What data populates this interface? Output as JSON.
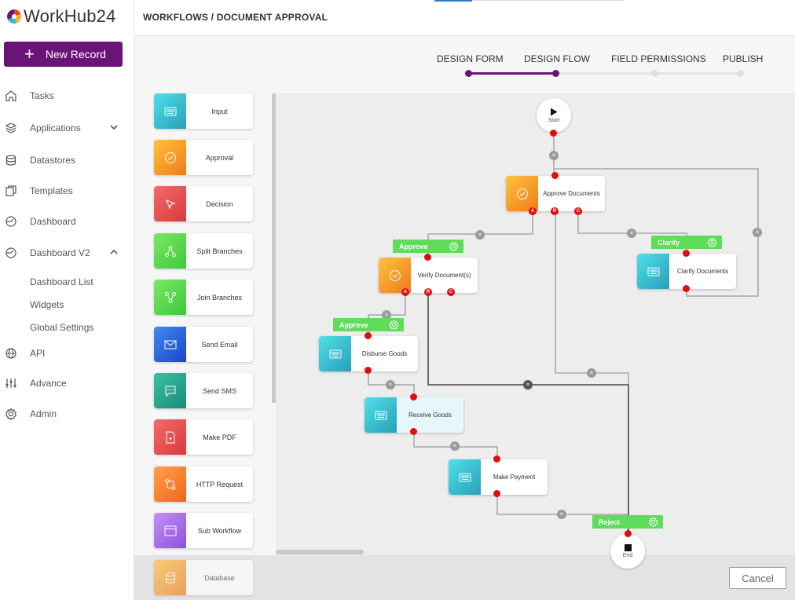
{
  "app": {
    "name": "WorkHub24",
    "new_record_label": "New Record"
  },
  "nav": {
    "tasks": "Tasks",
    "applications": "Applications",
    "datastores": "Datastores",
    "templates": "Templates",
    "dashboard": "Dashboard",
    "dashboard_v2": "Dashboard V2",
    "dashboard_list": "Dashboard List",
    "widgets": "Widgets",
    "global_settings": "Global Settings",
    "api": "API",
    "advance": "Advance",
    "admin": "Admin"
  },
  "header": {
    "title": "WORKFLOWS / DOCUMENT APPROVAL"
  },
  "steps": [
    {
      "label": "DESIGN FORM",
      "state": "done"
    },
    {
      "label": "DESIGN FLOW",
      "state": "active"
    },
    {
      "label": "FIELD PERMISSIONS",
      "state": "pending"
    },
    {
      "label": "PUBLISH",
      "state": "pending"
    }
  ],
  "palette": [
    {
      "label": "Input",
      "icon": "keyboard-icon"
    },
    {
      "label": "Approval",
      "icon": "check-circle-icon"
    },
    {
      "label": "Decision",
      "icon": "cursor-icon"
    },
    {
      "label": "Split Branches",
      "icon": "split-icon"
    },
    {
      "label": "Join Branches",
      "icon": "join-icon"
    },
    {
      "label": "Send Email",
      "icon": "mail-icon"
    },
    {
      "label": "Send SMS",
      "icon": "chat-icon"
    },
    {
      "label": "Make PDF",
      "icon": "pdf-icon"
    },
    {
      "label": "HTTP Request",
      "icon": "http-icon"
    },
    {
      "label": "Sub Workflow",
      "icon": "window-icon"
    },
    {
      "label": "Database",
      "icon": "database-icon"
    }
  ],
  "flow": {
    "start": "Start",
    "end": "End",
    "approve_documents": "Approve Documents",
    "verify_documents": "Verify Document(s)",
    "clarify_documents": "Clarify Documents",
    "disburse_goods": "Disburse Goods",
    "receive_goods": "Receive Goods",
    "make_payment": "Make Payment",
    "tag_approve_1": "Approve",
    "tag_approve_2": "Approve",
    "tag_clarify": "Clarify",
    "tag_reject": "Reject",
    "port_a": "A",
    "port_r": "R",
    "port_c": "C"
  },
  "footer": {
    "cancel_label": "Cancel"
  },
  "colors": {
    "brand": "#6b1478",
    "tag_green": "#5fdc5a",
    "port_red": "#e30d0d",
    "cyan": "#3fd0df",
    "orange": "#f9a11b",
    "red": "#e5484d",
    "green": "#4bd84f",
    "blue": "#2f6fe0",
    "teal": "#2bb39e",
    "purple": "#a970f0"
  }
}
